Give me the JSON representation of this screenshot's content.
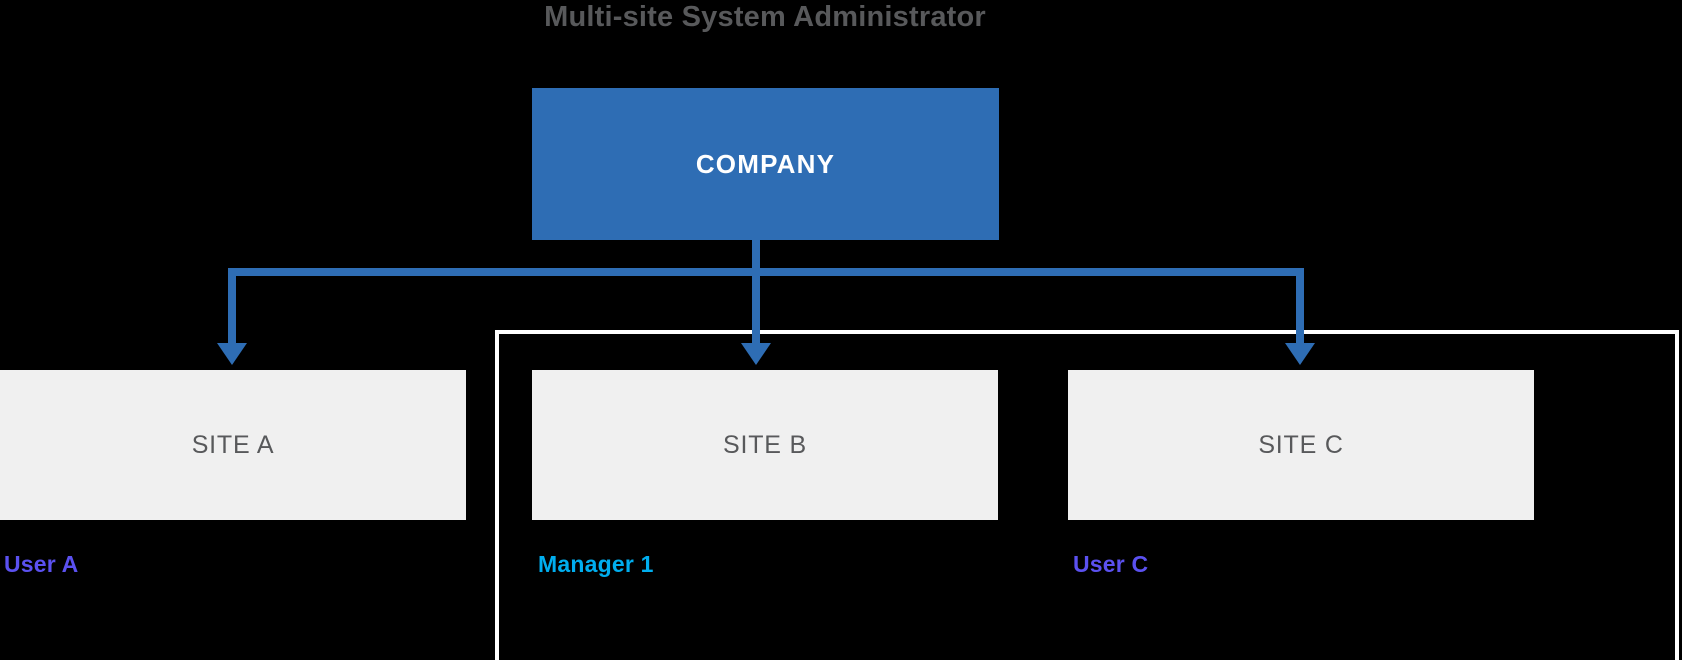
{
  "diagram": {
    "title": "Multi-site System Administrator",
    "type": "org-hierarchy",
    "colors": {
      "background": "#000000",
      "root_node_fill": "#2E6DB4",
      "root_node_text": "#FFFFFF",
      "leaf_node_fill": "#F0F0F0",
      "leaf_node_text": "#58595B",
      "connector": "#2E6DB4",
      "group_outline": "#FFFFFF",
      "title_text": "#58595B",
      "user_label": "#5B51F0",
      "manager_label": "#00AEEF"
    },
    "root": {
      "label": "COMPANY"
    },
    "sites": [
      {
        "label": "SITE A",
        "role": "User A",
        "role_color": "#5B51F0",
        "grouped": false
      },
      {
        "label": "SITE B",
        "role": "Manager 1",
        "role_color": "#00AEEF",
        "grouped": true
      },
      {
        "label": "SITE C",
        "role": "User C",
        "role_color": "#5B51F0",
        "grouped": true
      }
    ],
    "group": {
      "name": "managed-sites-group",
      "members": [
        "SITE B",
        "SITE C"
      ]
    },
    "connectors": [
      {
        "from": "COMPANY",
        "to": "SITE A",
        "style": "elbow-arrow"
      },
      {
        "from": "COMPANY",
        "to": "SITE B",
        "style": "straight-arrow"
      },
      {
        "from": "COMPANY",
        "to": "SITE C",
        "style": "elbow-arrow"
      }
    ]
  }
}
